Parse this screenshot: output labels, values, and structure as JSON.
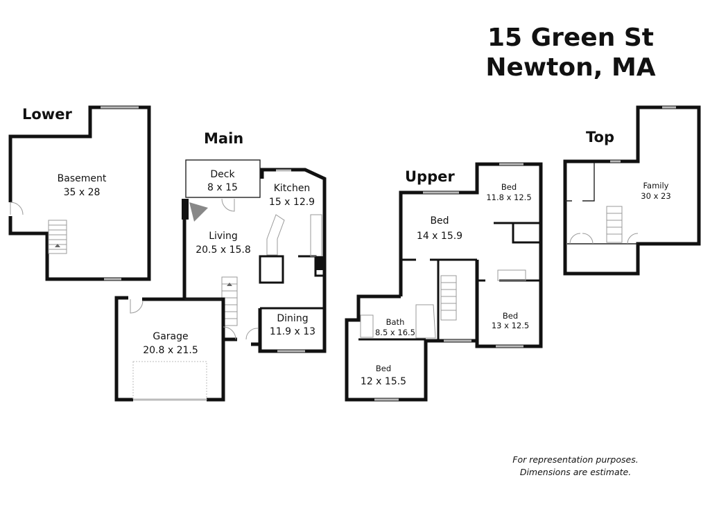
{
  "title": {
    "line1": "15 Green St",
    "line2": "Newton, MA"
  },
  "note": {
    "line1": "For representation purposes.",
    "line2": "Dimensions are estimate."
  },
  "floors": {
    "lower": {
      "label": "Lower",
      "rooms": [
        {
          "name": "Basement",
          "dims": "35 x 28"
        }
      ]
    },
    "main": {
      "label": "Main",
      "rooms": [
        {
          "name": "Deck",
          "dims": "8 x 15"
        },
        {
          "name": "Kitchen",
          "dims": "15 x 12.9"
        },
        {
          "name": "Living",
          "dims": "20.5 x 15.8"
        },
        {
          "name": "Dining",
          "dims": "11.9 x 13"
        },
        {
          "name": "Garage",
          "dims": "20.8 x 21.5"
        }
      ]
    },
    "upper": {
      "label": "Upper",
      "rooms": [
        {
          "name": "Bed",
          "dims": "14 x 15.9"
        },
        {
          "name": "Bed",
          "dims": "11.8 x 12.5"
        },
        {
          "name": "Bed",
          "dims": "13 x 12.5"
        },
        {
          "name": "Bath",
          "dims": "8.5 x 16.5"
        },
        {
          "name": "Bed",
          "dims": "12 x 15.5"
        }
      ]
    },
    "top": {
      "label": "Top",
      "rooms": [
        {
          "name": "Family",
          "dims": "30 x 23"
        }
      ]
    }
  }
}
